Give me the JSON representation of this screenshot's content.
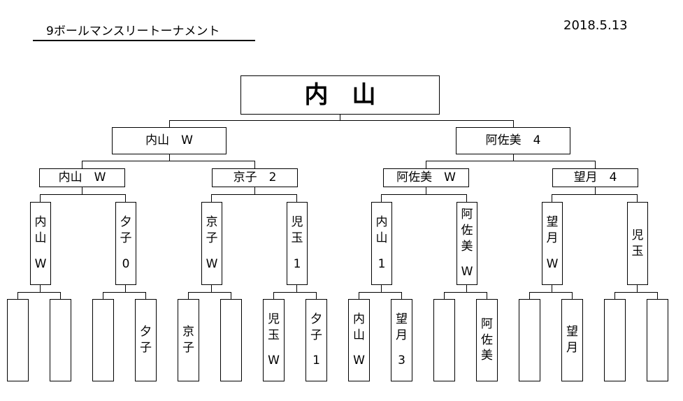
{
  "header": {
    "title": "9ボールマンスリートーナメント",
    "date": "2018.5.13"
  },
  "champion": {
    "name": "内　山"
  },
  "semifinals": [
    {
      "name": "内山",
      "result": "W"
    },
    {
      "name": "阿佐美",
      "result": "4"
    }
  ],
  "quarterfinals": [
    {
      "name": "内山",
      "result": "W"
    },
    {
      "name": "京子",
      "result": "2"
    },
    {
      "name": "阿佐美",
      "result": "W"
    },
    {
      "name": "望月",
      "result": "4"
    }
  ],
  "round2": [
    {
      "name": "内山",
      "result": "W"
    },
    {
      "name": "夕子",
      "result": "0"
    },
    {
      "name": "京子",
      "result": "W"
    },
    {
      "name": "児玉",
      "result": "1"
    },
    {
      "name": "内山",
      "result": "1"
    },
    {
      "name": "阿佐美",
      "result": "W"
    },
    {
      "name": "望月",
      "result": "W"
    },
    {
      "name": "児玉",
      "result": ""
    }
  ],
  "round1": [
    {
      "name": "",
      "result": ""
    },
    {
      "name": "",
      "result": ""
    },
    {
      "name": "",
      "result": ""
    },
    {
      "name": "夕子",
      "result": ""
    },
    {
      "name": "京子",
      "result": ""
    },
    {
      "name": "",
      "result": ""
    },
    {
      "name": "児玉",
      "result": "W"
    },
    {
      "name": "夕子",
      "result": "1"
    },
    {
      "name": "内山",
      "result": "W"
    },
    {
      "name": "望月",
      "result": "3"
    },
    {
      "name": "",
      "result": ""
    },
    {
      "name": "阿佐美",
      "result": ""
    },
    {
      "name": "",
      "result": ""
    },
    {
      "name": "望月",
      "result": ""
    },
    {
      "name": "",
      "result": ""
    },
    {
      "name": "",
      "result": ""
    }
  ]
}
